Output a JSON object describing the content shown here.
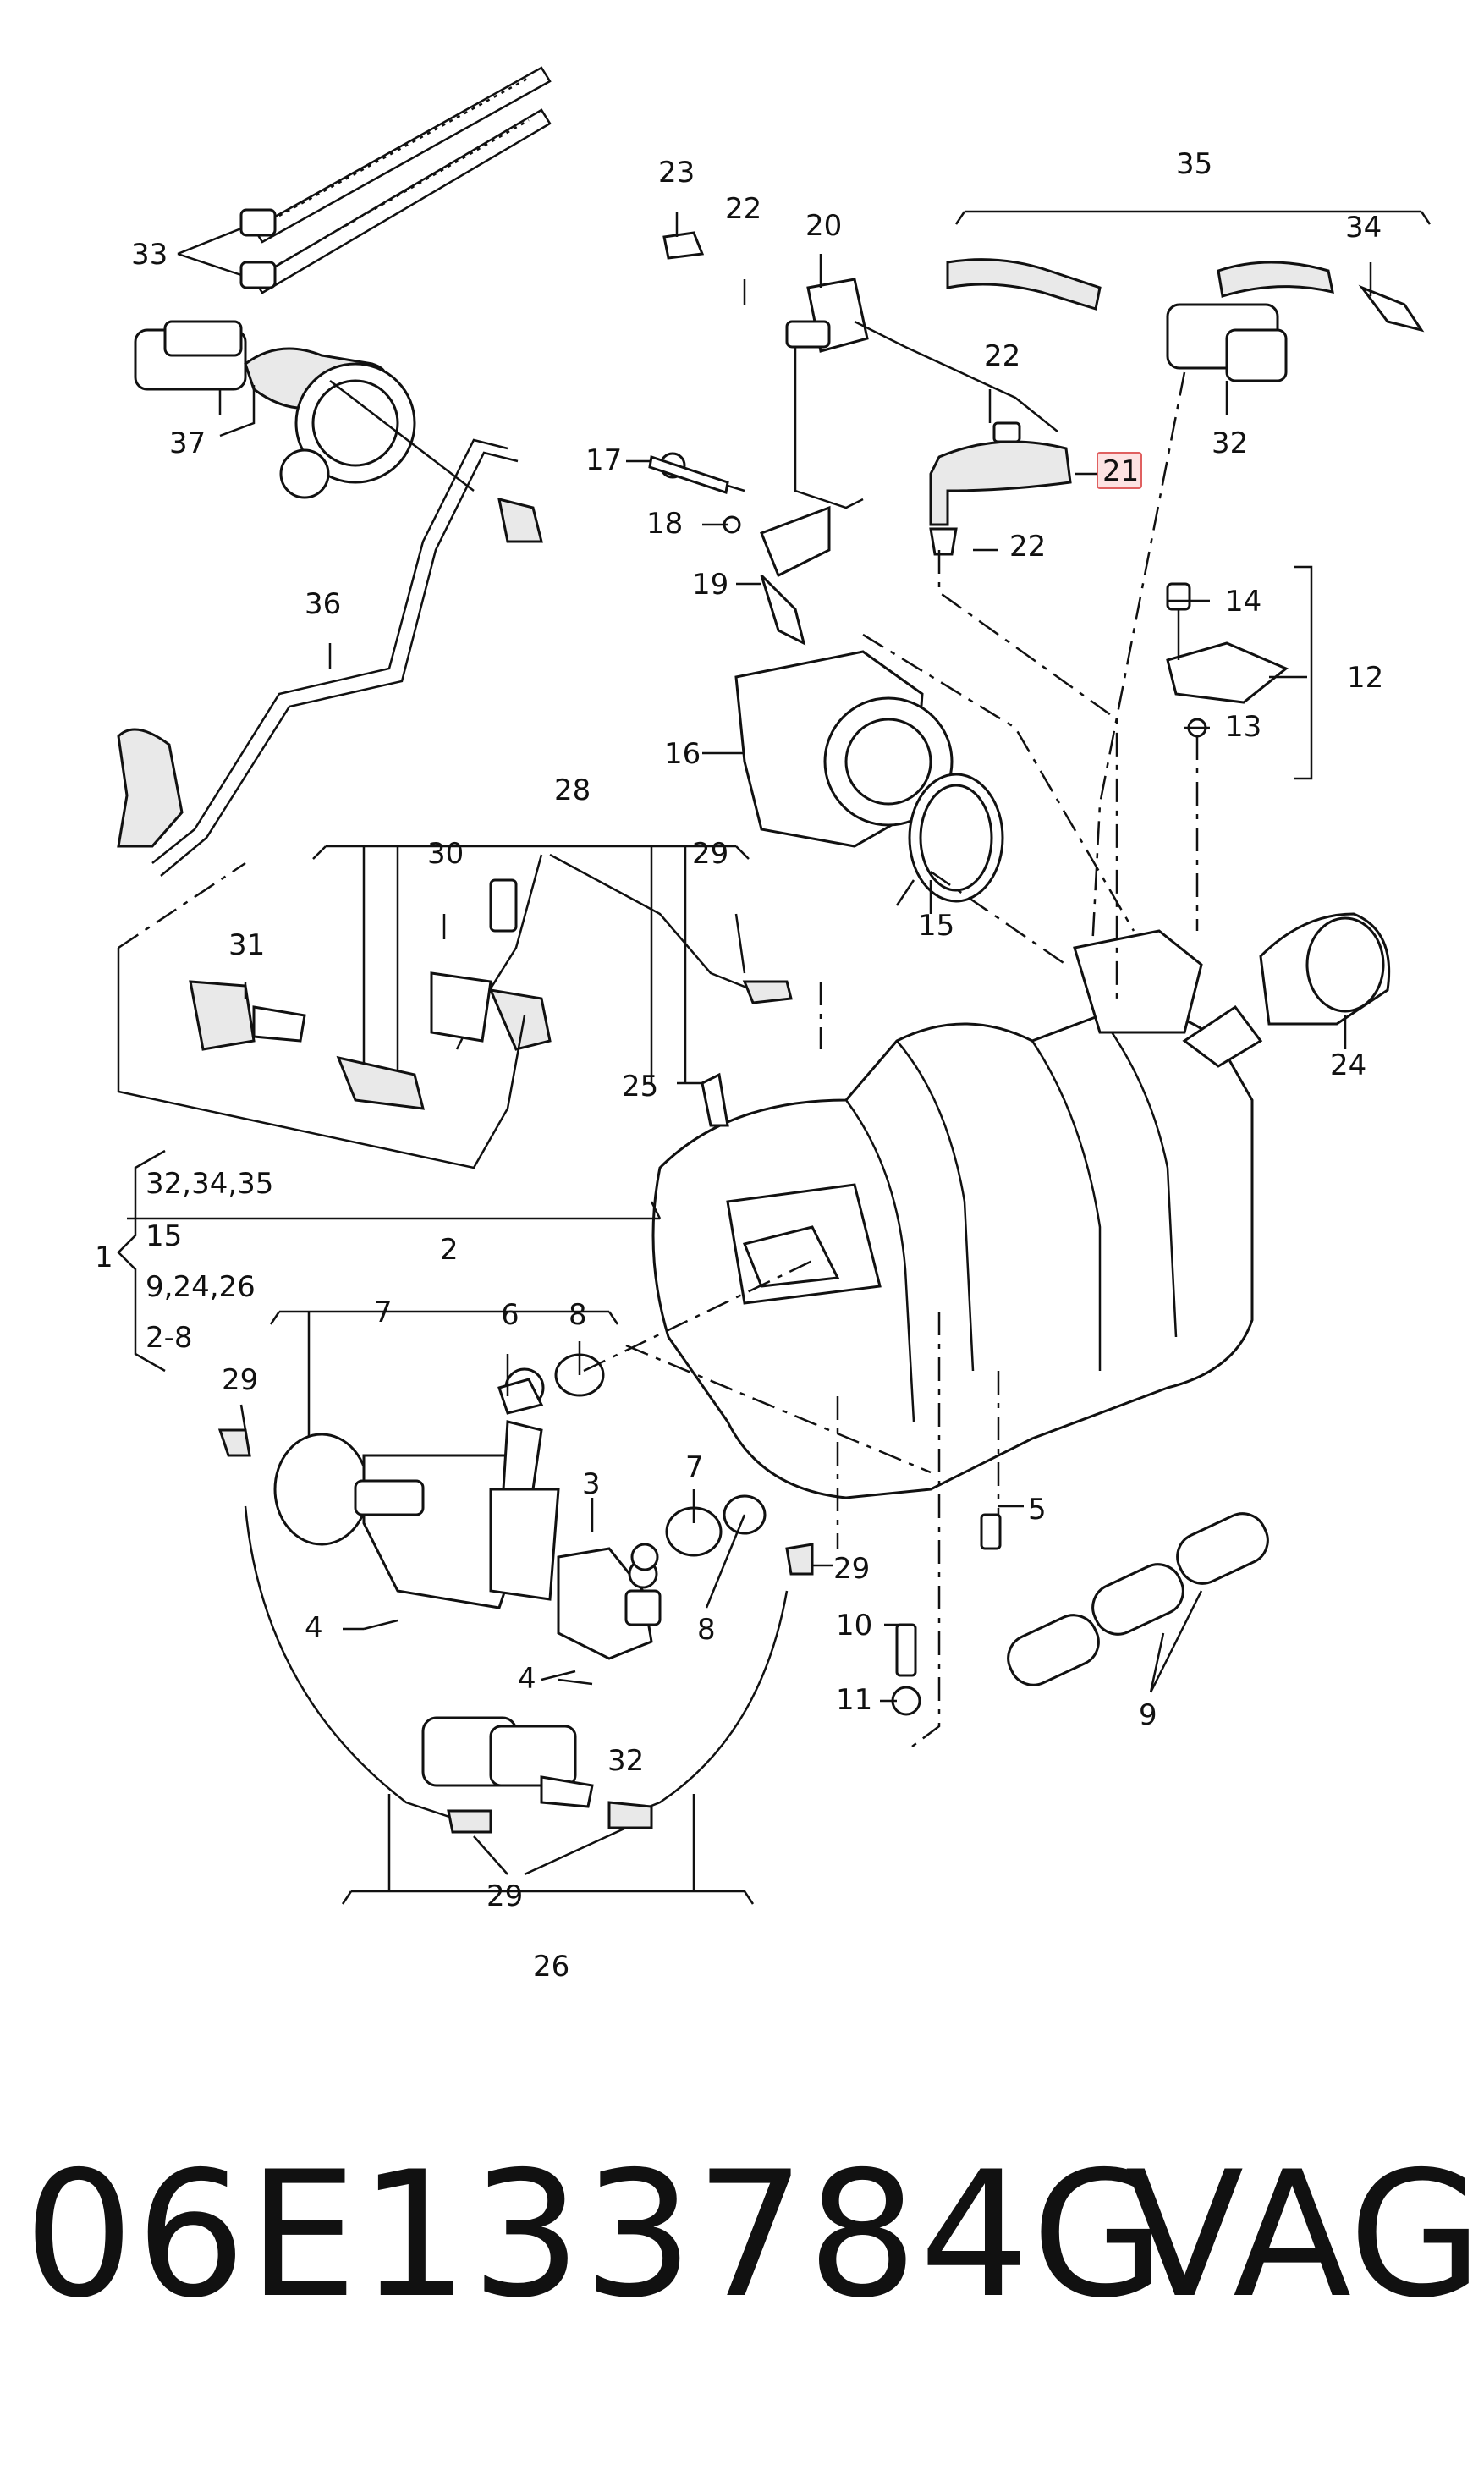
{
  "labels": {
    "l1": "1",
    "l2": "2",
    "l3": "3",
    "l4a": "4",
    "l4b": "4",
    "l5": "5",
    "l6": "6",
    "l7a": "7",
    "l7b": "7",
    "l8a": "8",
    "l8b": "8",
    "l9": "9",
    "l10": "10",
    "l11": "11",
    "l12": "12",
    "l13": "13",
    "l14": "14",
    "l15": "15",
    "l16": "16",
    "l17": "17",
    "l18": "18",
    "l19": "19",
    "l20": "20",
    "l21": "21",
    "l22a": "22",
    "l22b": "22",
    "l22c": "22",
    "l23": "23",
    "l24": "24",
    "l25": "25",
    "l26": "26",
    "l28": "28",
    "l29a": "29",
    "l29b": "29",
    "l29c": "29",
    "l29d": "29",
    "l30": "30",
    "l31": "31",
    "l32a": "32",
    "l32b": "32",
    "l33": "33",
    "l34": "34",
    "l35": "35",
    "l36": "36",
    "l37": "37"
  },
  "group1": {
    "line1": "32,34,35",
    "line2": "15",
    "line3": "9,24,26",
    "line4": "2-8"
  },
  "part_number": "06E133784G",
  "brand": "VAG",
  "colors": {
    "highlight_fill": "#fde3e3",
    "highlight_border": "#e06060",
    "ink": "#111111"
  }
}
